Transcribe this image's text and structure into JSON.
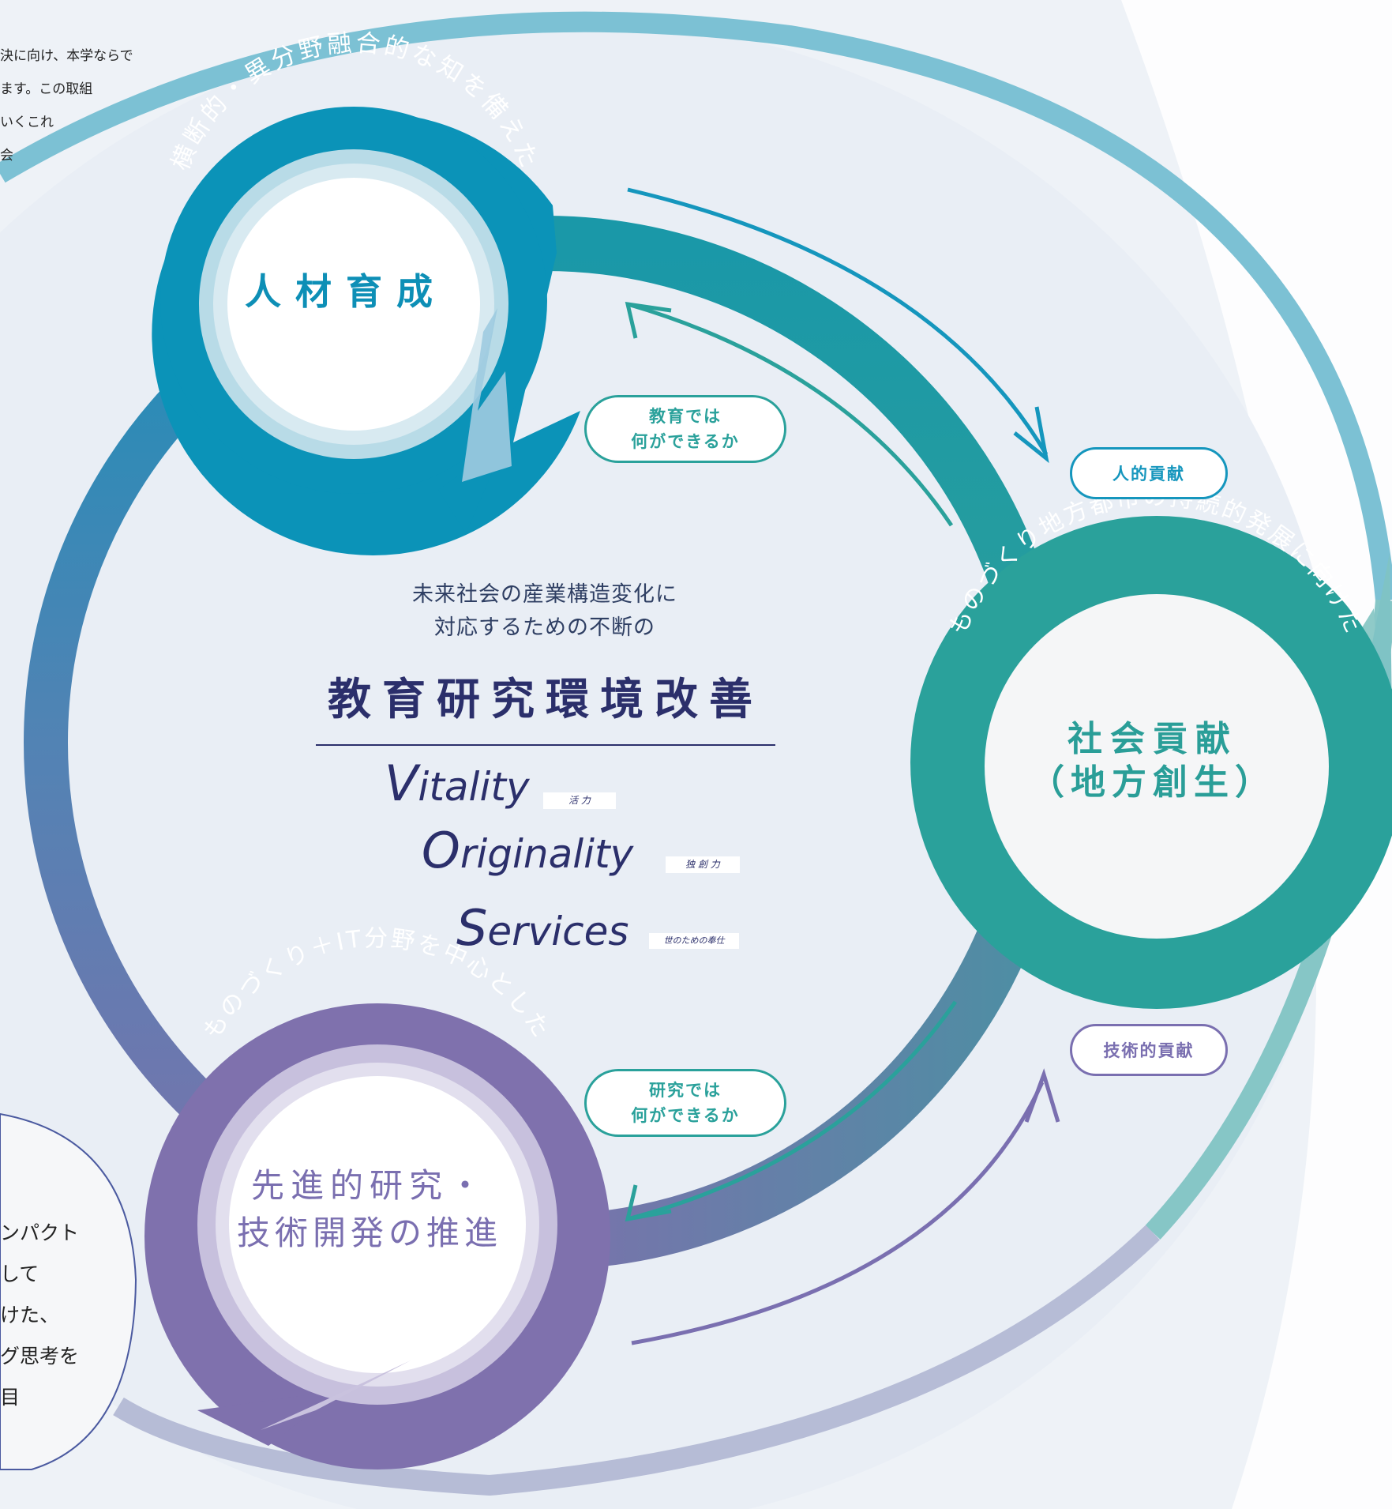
{
  "intro_lines": [
    "決に向け、本学ならで",
    "ます。この取組",
    "いくこれ",
    "会"
  ],
  "bubble_lines": [
    "ンパクト",
    "して",
    "けた、",
    "グ思考を",
    "目"
  ],
  "nodes": {
    "talent": {
      "arc_label": "横断的・異分野融合的な知を備えた",
      "title": "人材育成"
    },
    "social": {
      "arc_label": "ものづくり地方都市の持続的発展に向けた",
      "title_line1": "社会貢献",
      "title_line2": "（地方創生）"
    },
    "research": {
      "arc_label": "ものづくり＋IT分野を中心とした",
      "title_line1": "先進的研究・",
      "title_line2": "技術開発の推進"
    }
  },
  "pills": {
    "education": {
      "line1": "教育では",
      "line2": "何ができるか"
    },
    "research": {
      "line1": "研究では",
      "line2": "何ができるか"
    },
    "human_contribution": "人的貢献",
    "technical_contribution": "技術的貢献"
  },
  "center": {
    "line1": "未来社会の産業構造変化に",
    "line2": "対応するための不断の",
    "heading": "教育研究環境改善",
    "vos": [
      {
        "initial": "V",
        "rest": "itality",
        "tag": "活 力"
      },
      {
        "initial": "O",
        "rest": "riginality",
        "tag": "独 創 力"
      },
      {
        "initial": "S",
        "rest": "ervices",
        "tag": "世のための奉仕"
      }
    ]
  },
  "colors": {
    "teal_blue": "#0b93b8",
    "teal_green": "#2aa19b",
    "purple": "#7f71ad",
    "navy": "#2b2f6b",
    "background": "#eef2f7"
  }
}
